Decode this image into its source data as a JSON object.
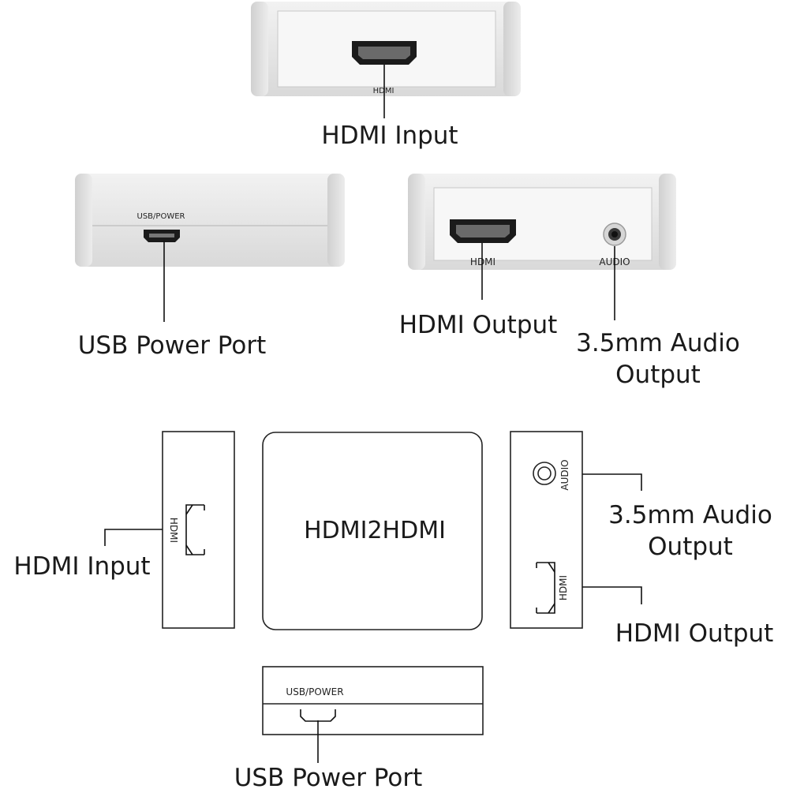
{
  "photos": {
    "top_port_label": "HDMI",
    "top_caption": "HDMI Input",
    "left_port_label": "USB/POWER",
    "left_caption": "USB Power Port",
    "right_hdmi_label": "HDMI",
    "right_audio_label": "AUDIO",
    "right_hdmi_caption": "HDMI Output",
    "right_audio_caption_line1": "3.5mm Audio",
    "right_audio_caption_line2": "Output"
  },
  "schematic": {
    "center_title": "HDMI2HDMI",
    "left_port_label": "HDMI",
    "left_caption": "HDMI Input",
    "right_audio_label": "AUDIO",
    "right_hdmi_label": "HDMI",
    "audio_caption_line1": "3.5mm Audio",
    "audio_caption_line2": "Output",
    "hdmi_caption": "HDMI Output",
    "usb_label": "USB/POWER",
    "usb_caption": "USB Power Port"
  }
}
